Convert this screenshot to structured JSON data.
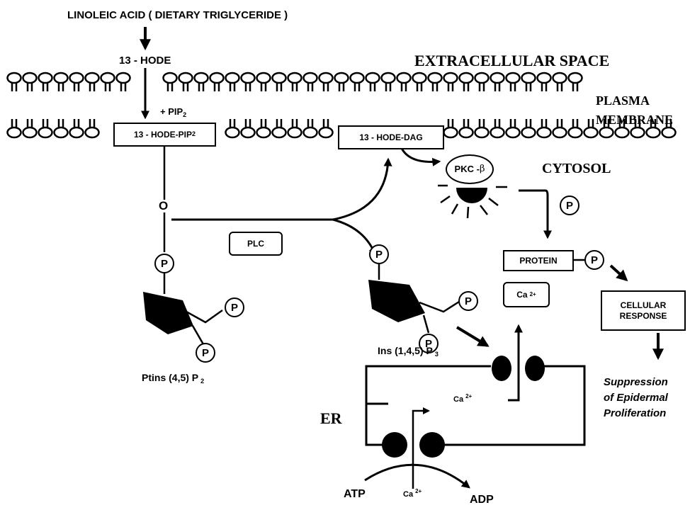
{
  "title": "LINOLEIC ACID ( DIETARY TRIGLYCERIDE )",
  "hode_label": "13 - HODE",
  "pip2_label": {
    "main": "+ PIP",
    "sub": "2"
  },
  "extracellular_label": "EXTRACELLULAR SPACE",
  "plasma_membrane_label": [
    "PLASMA",
    "MEMBRANE"
  ],
  "cytosol_label": "CYTOSOL",
  "hode_pip2_box": {
    "main": "13 - HODE-PIP",
    "sub": "2"
  },
  "hode_dag_box": "13 - HODE-DAG",
  "pkc_label": {
    "main": "PKC - ",
    "greek": "β"
  },
  "phosphate_symbol": "P",
  "oxygen_label": "O",
  "plc_box": "PLC",
  "protein_box": "PROTEIN",
  "calcium_box": {
    "main": "Ca",
    "sup": "2+"
  },
  "cellular_response_box": [
    "CELLULAR",
    "RESPONSE"
  ],
  "ptins_label": {
    "main": "Ptins (4,5) P",
    "sub": "2"
  },
  "ins_label": {
    "main": "Ins (1,4,5) P",
    "sub": "3"
  },
  "suppression_label": [
    "Suppression",
    "of Epidermal",
    "Proliferation"
  ],
  "er_label": "ER",
  "ca_er_label": {
    "main": "Ca",
    "sup": "2+"
  },
  "atp_label": "ATP",
  "adp_label": "ADP",
  "ca_bottom_label": {
    "main": "Ca",
    "sup": "2+"
  }
}
